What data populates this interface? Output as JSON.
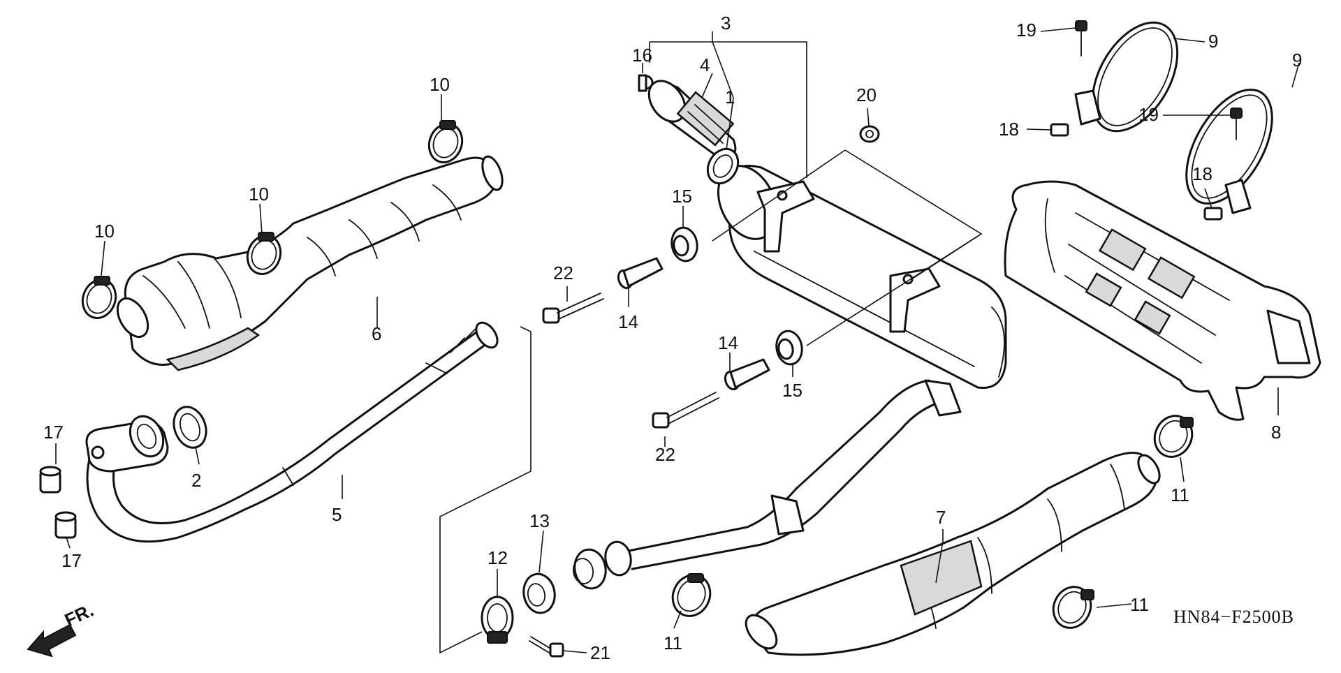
{
  "diagram_code": "HN84−F2500B",
  "front_indicator": "FR.",
  "callouts": {
    "c1": "1",
    "c2": "2",
    "c3": "3",
    "c4": "4",
    "c5": "5",
    "c6": "6",
    "c7": "7",
    "c8": "8",
    "c9a": "9",
    "c9b": "9",
    "c10a": "10",
    "c10b": "10",
    "c10c": "10",
    "c11a": "11",
    "c11b": "11",
    "c11c": "11",
    "c12": "12",
    "c13": "13",
    "c14a": "14",
    "c14b": "14",
    "c15a": "15",
    "c15b": "15",
    "c16": "16",
    "c17a": "17",
    "c17b": "17",
    "c18a": "18",
    "c18b": "18",
    "c19a": "19",
    "c19b": "19",
    "c20": "20",
    "c21": "21",
    "c22a": "22",
    "c22b": "22"
  },
  "icons": {
    "front_arrow": "front-arrow-icon"
  },
  "colors": {
    "line": "#111111",
    "background": "#ffffff",
    "shade": "#d9d9d9"
  }
}
